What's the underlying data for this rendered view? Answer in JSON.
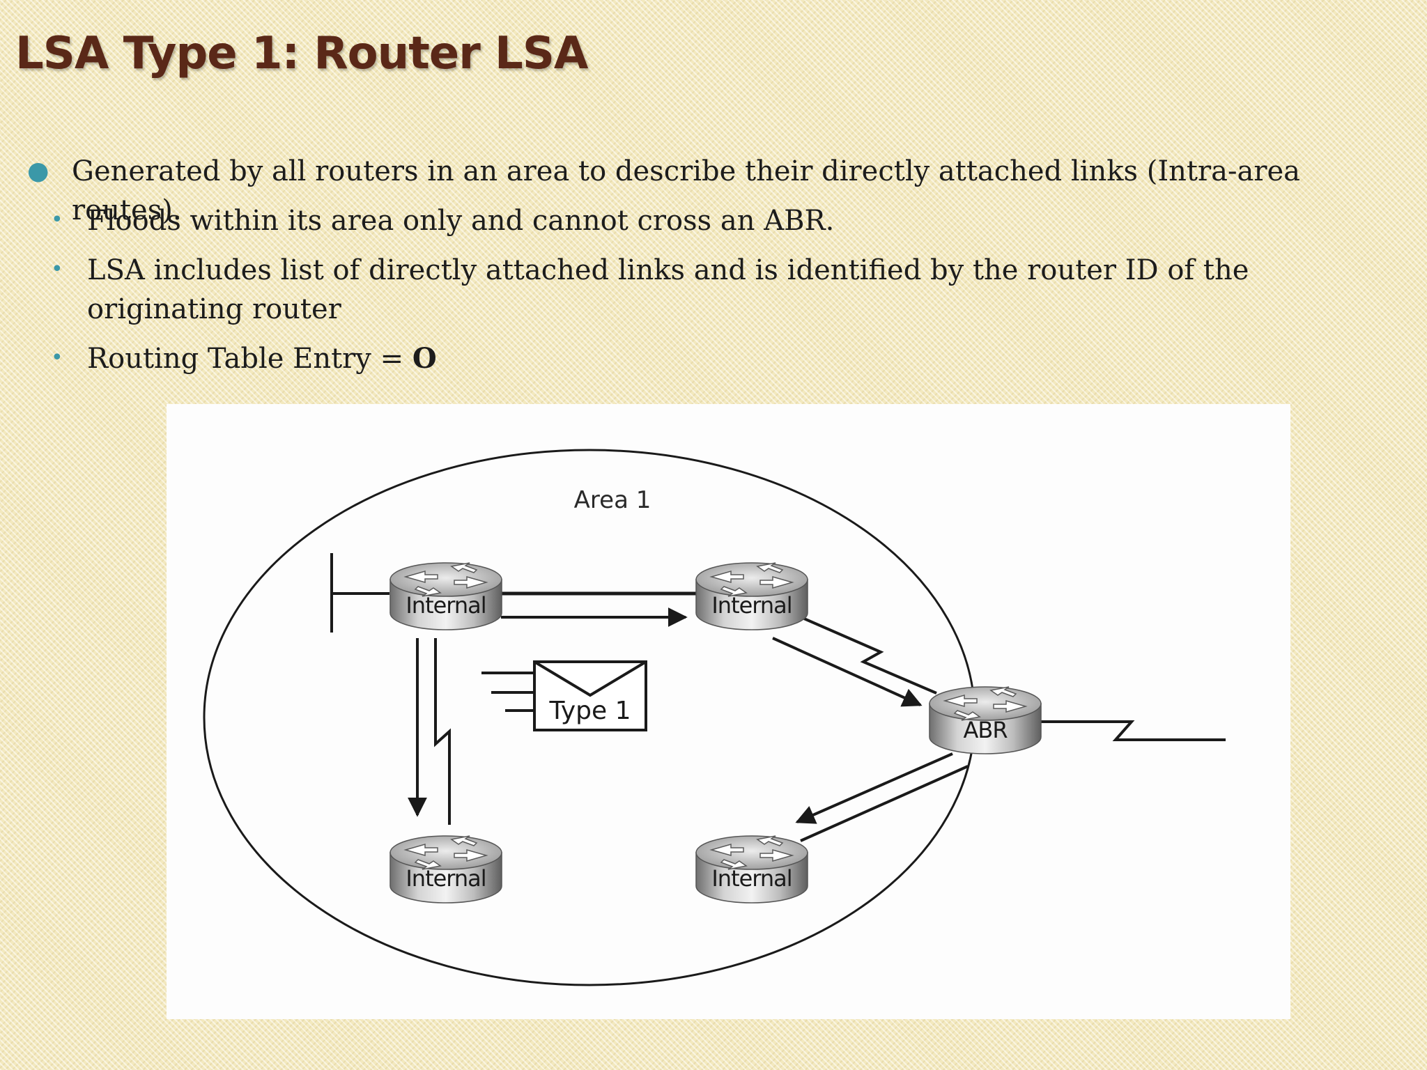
{
  "slide": {
    "title": "LSA Type 1: Router LSA"
  },
  "bullets": [
    {
      "text": "Generated by all routers in an area to describe their directly attached links (Intra-area routes)."
    },
    {
      "text": "Floods within its area only and cannot cross an ABR."
    },
    {
      "text": "LSA includes list of directly attached links and is identified by the router ID of the originating router"
    },
    {
      "text_prefix": "Routing Table Entry = ",
      "text_bold": "O"
    }
  ],
  "diagram": {
    "area_label": "Area 1",
    "lsa_label": "Type 1",
    "routers": {
      "top_left": "Internal",
      "top_right": "Internal",
      "bottom_left": "Internal",
      "bottom_right": "Internal",
      "abr": "ABR"
    }
  }
}
